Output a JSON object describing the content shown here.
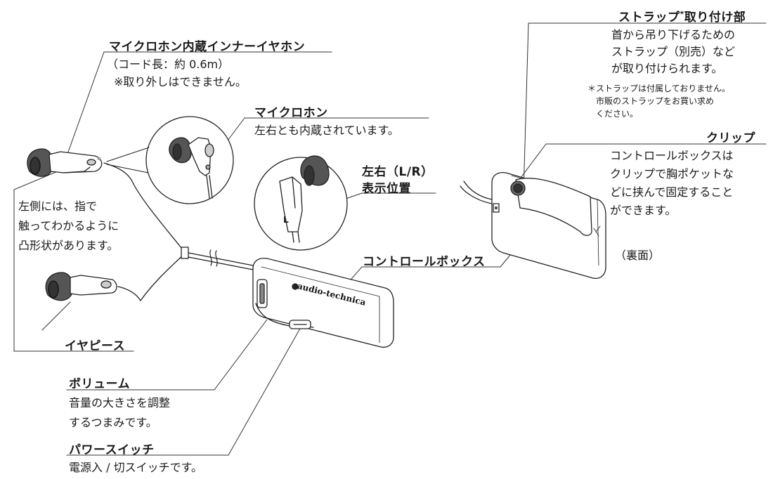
{
  "labels": {
    "earphone": {
      "title": "マイクロホン内蔵インナーイヤホン",
      "desc_1": "（コード長：約 0.6m）",
      "desc_2": "※取り外しはできません。"
    },
    "microphone": {
      "title": "マイクロホン",
      "desc": "左右とも内蔵されています。"
    },
    "lr_indicator": {
      "title_1": "左右（L/R）",
      "title_2": "表示位置",
      "mark": "L"
    },
    "bump": {
      "desc_1": "左側には、指で",
      "desc_2": "触ってわかるように",
      "desc_3": "凸形状があります。"
    },
    "control_box": {
      "title": "コントロールボックス",
      "logo": "audio-technica"
    },
    "ear_piece": {
      "title": "イヤピース"
    },
    "volume": {
      "title": "ボリューム",
      "desc_1": "音量の大きさを調整",
      "desc_2": "するつまみです。"
    },
    "power_switch": {
      "title": "パワースイッチ",
      "desc": "電源入 / 切スイッチです。"
    },
    "strap_mount": {
      "title_main": "ストラップ",
      "title_sup": "*",
      "title_tail": "取り付け部",
      "desc_1": "首から吊り下げるための",
      "desc_2": "ストラップ（別売）など",
      "desc_3": "が取り付けられます。",
      "note_1": "＊ストラップは付属しておりません。",
      "note_2": "市販のストラップをお買い求め",
      "note_3": "ください。"
    },
    "clip": {
      "title": "クリップ",
      "desc_1": "コントロールボックスは",
      "desc_2": "クリップで胸ポケットな",
      "desc_3": "どに挟んで固定すること",
      "desc_4": "ができます。"
    },
    "back_side": {
      "title": "（裏面）"
    }
  }
}
